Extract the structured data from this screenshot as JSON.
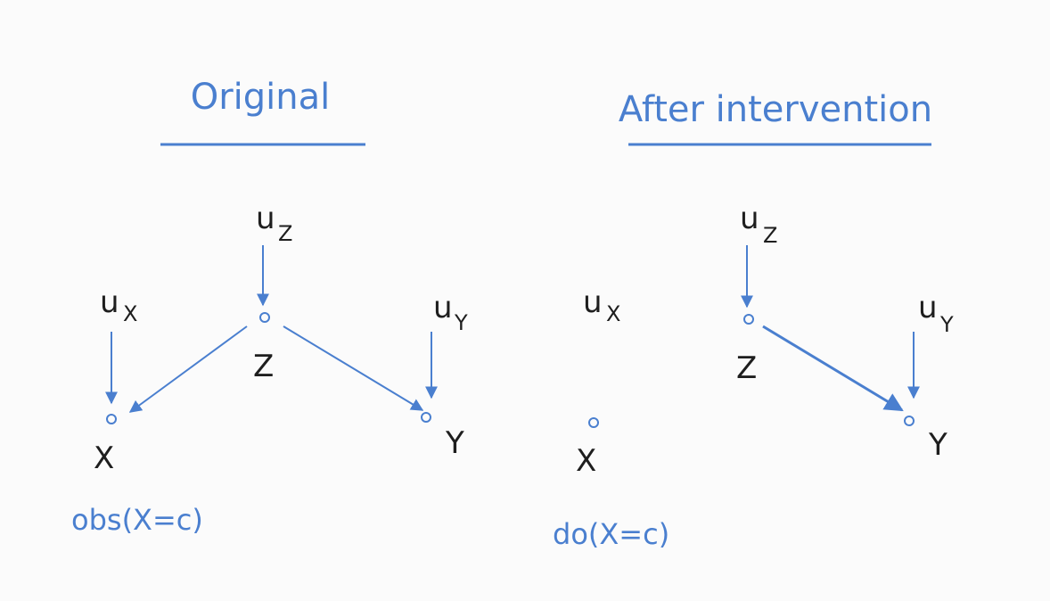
{
  "panels": [
    {
      "title": "Original",
      "caption": "obs(X=c)",
      "nodes": {
        "ux": {
          "base": "u",
          "sub": "X"
        },
        "uz": {
          "base": "u",
          "sub": "Z"
        },
        "uy": {
          "base": "u",
          "sub": "Y"
        },
        "x": "X",
        "z": "Z",
        "y": "Y"
      }
    },
    {
      "title": "After intervention",
      "caption": "do(X=c)",
      "nodes": {
        "ux": {
          "base": "u",
          "sub": "X"
        },
        "uz": {
          "base": "u",
          "sub": "Z"
        },
        "uy": {
          "base": "u",
          "sub": "Y"
        },
        "x": "X",
        "z": "Z",
        "y": "Y"
      }
    }
  ],
  "colors": {
    "ink": "#4a7fcf",
    "text": "#1e1e1e",
    "background": "#fbfbfb"
  }
}
